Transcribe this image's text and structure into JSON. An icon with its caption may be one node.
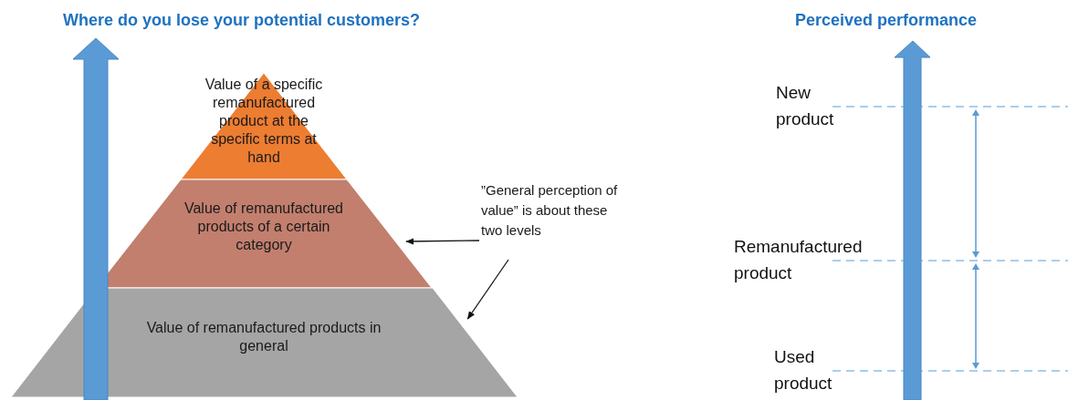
{
  "diagram": {
    "title": "Where do you lose your potential customers?",
    "nodes": [
      {
        "text": [
          "Value of a specific remanufactured product at the specific terms at hand"
        ]
      },
      {
        "text": [
          "Value of remanufactured products of a certain category"
        ]
      },
      {
        "text": [
          "Value of remanufactured products in general"
        ]
      },
      {
        "text": [
          "”General perception of value” is about these two levels"
        ]
      }
    ],
    "edges": [
      {
        "from": 3,
        "to": 1,
        "arrow": "to"
      },
      {
        "from": 3,
        "to": 2,
        "arrow": "to"
      }
    ],
    "labels": [
      "Perceived performance",
      "New product",
      "Remanufactured product",
      "Used product"
    ]
  }
}
